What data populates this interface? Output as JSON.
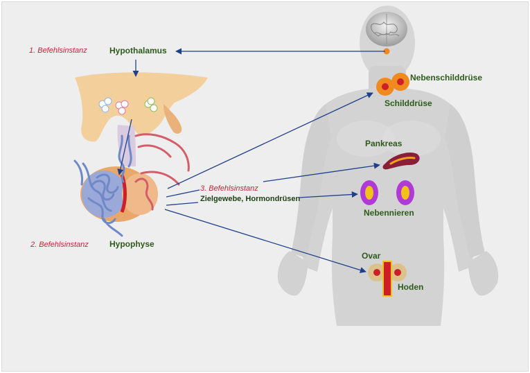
{
  "labels": {
    "level1": "1. Befehlsinstanz",
    "hypothalamus": "Hypothalamus",
    "level2": "2. Befehlsinstanz",
    "hypophyse": "Hypophyse",
    "level3": "3. Befehlsinstanz",
    "targets": "Zielgewebe, Hormondrüsen",
    "nebenschilddruese": "Nebenschilddrüse",
    "schilddruese": "Schilddrüse",
    "pankreas": "Pankreas",
    "nebennieren": "Nebennieren",
    "ovar": "Ovar",
    "hoden": "Hoden"
  },
  "colors": {
    "level_text": "#c0253a",
    "organ_text": "#2d5a1a",
    "arrow": "#1f3f8a",
    "body": "#d4d4d4",
    "thyroid": "#f08a1e",
    "gland_core": "#cc1f2a",
    "adrenal_ring": "#b03ad6",
    "adrenal_core": "#f2c218",
    "pancreas": "#8a1f3a",
    "gonad": "#dcc28a"
  }
}
